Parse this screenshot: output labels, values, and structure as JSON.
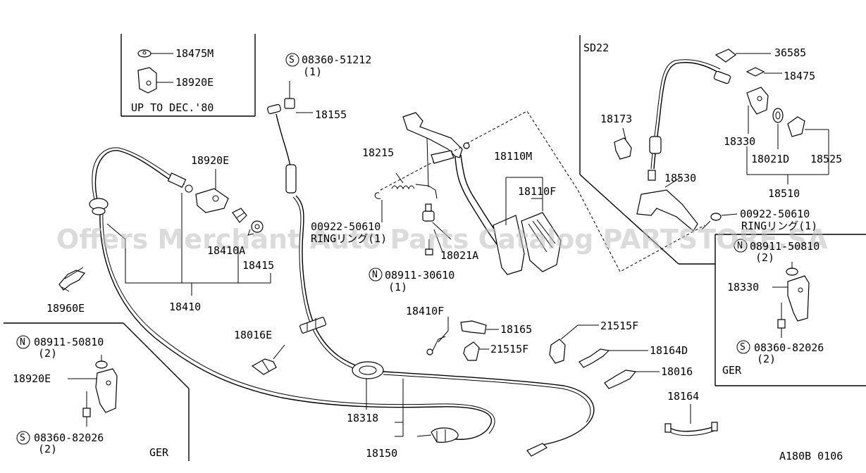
{
  "colors": {
    "line": "#000000",
    "background": "#ffffff",
    "watermark": "#bebebe"
  },
  "insets": {
    "top_box": {
      "title": "UP TO DEC.'80",
      "parts": [
        "18475M",
        "18920E"
      ]
    },
    "sd22": "SD22",
    "ger_right": "GER",
    "ger_left": "GER"
  },
  "callouts": {
    "p_18475M": "18475M",
    "p_18920E_box": "18920E",
    "p_s08360_51212": "08360-51212",
    "p_s08360_51212_qty": "(1)",
    "p_18155": "18155",
    "p_18920E_left": "18920E",
    "p_18410A": "18410A",
    "p_18415": "18415",
    "p_18410": "18410",
    "p_18960E": "18960E",
    "p_18215": "18215",
    "p_00922_50610_mid": "00922-50610",
    "p_ring_mid": "RINGリング(1)",
    "p_18021A": "18021A",
    "p_n08911_30610": "08911-30610",
    "p_n08911_30610_qty": "(1)",
    "p_18110M": "18110M",
    "p_18110F": "18110F",
    "p_36585": "36585",
    "p_18475": "18475",
    "p_18173": "18173",
    "p_18330_top": "18330",
    "p_18021D": "18021D",
    "p_18525": "18525",
    "p_18510": "18510",
    "p_18530": "18530",
    "p_00922_50610_right": "00922-50610",
    "p_ring_right": "RINGリング(1)",
    "p_n08911_50810_right": "08911-50810",
    "p_n08911_50810_right_qty": "(2)",
    "p_18330_right": "18330",
    "p_s08360_82026_right": "08360-82026",
    "p_s08360_82026_right_qty": "(2)",
    "p_18410F": "18410F",
    "p_18165": "18165",
    "p_21515F_a": "21515F",
    "p_21515F_b": "21515F",
    "p_18164D": "18164D",
    "p_18016": "18016",
    "p_18016E": "18016E",
    "p_18164": "18164",
    "p_18318": "18318",
    "p_18150": "18150",
    "p_n08911_50810_left": "08911-50810",
    "p_n08911_50810_left_qty": "(2)",
    "p_18920E_ger": "18920E",
    "p_s08360_82026_left": "08360-82026",
    "p_s08360_82026_left_qty": "(2)"
  },
  "symbols": {
    "screw": "S",
    "nut": "N"
  },
  "footer": {
    "code": "A180B 0106"
  },
  "watermark": "Offers Merchant Auto Parts Catalog PARTSTORE.SA"
}
